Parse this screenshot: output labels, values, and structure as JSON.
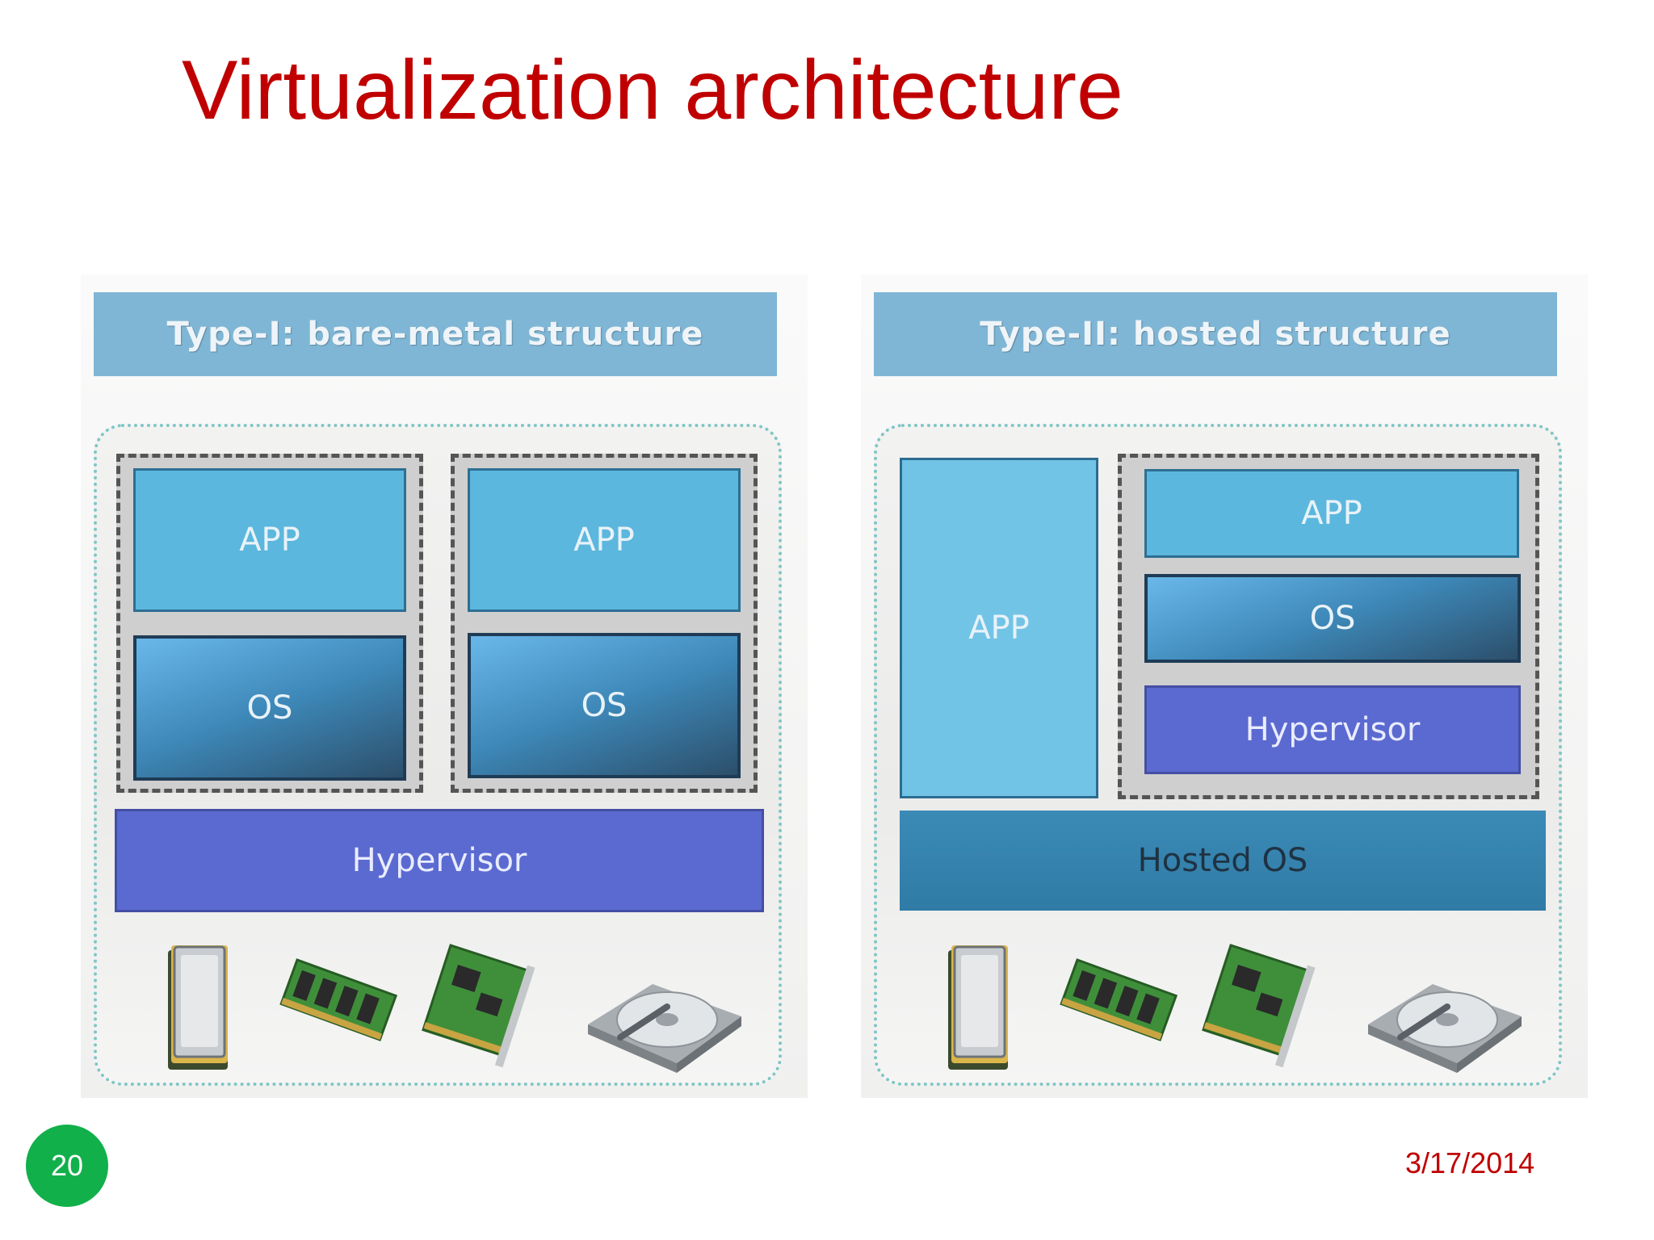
{
  "slide": {
    "title": "Virtualization architecture",
    "page_number": "20",
    "date": "3/17/2014"
  },
  "type1": {
    "header": "Type-I: bare-metal  structure",
    "vm1": {
      "app": "APP",
      "os": "OS"
    },
    "vm2": {
      "app": "APP",
      "os": "OS"
    },
    "hypervisor": "Hypervisor",
    "hardware": [
      "cpu-icon",
      "memory-module-icon",
      "network-card-icon",
      "hard-disk-icon"
    ]
  },
  "type2": {
    "header": "Type-II: hosted  structure",
    "native_app": "APP",
    "vm": {
      "app": "APP",
      "os": "OS",
      "hypervisor": "Hypervisor"
    },
    "hosted_os": "Hosted OS",
    "hardware": [
      "cpu-icon",
      "memory-module-icon",
      "network-card-icon",
      "hard-disk-icon"
    ]
  },
  "colors": {
    "title": "#c00000",
    "header_bar": "#7fb6d5",
    "app": "#5bb7dd",
    "hypervisor": "#5b6ad0",
    "hosted_os": "#3b8ab6",
    "page_badge": "#11b04a"
  }
}
